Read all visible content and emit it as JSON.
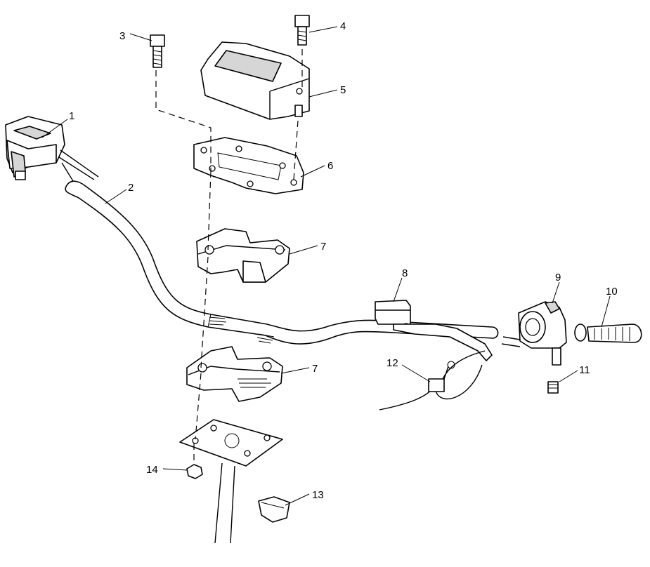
{
  "diagram": {
    "callouts": [
      {
        "id": "1",
        "label": "1"
      },
      {
        "id": "2",
        "label": "2"
      },
      {
        "id": "3",
        "label": "3"
      },
      {
        "id": "4",
        "label": "4"
      },
      {
        "id": "5",
        "label": "5"
      },
      {
        "id": "6",
        "label": "6"
      },
      {
        "id": "7a",
        "label": "7"
      },
      {
        "id": "7b",
        "label": "7"
      },
      {
        "id": "8",
        "label": "8"
      },
      {
        "id": "9",
        "label": "9"
      },
      {
        "id": "10",
        "label": "10"
      },
      {
        "id": "11",
        "label": "11"
      },
      {
        "id": "12",
        "label": "12"
      },
      {
        "id": "13",
        "label": "13"
      },
      {
        "id": "14",
        "label": "14"
      }
    ]
  }
}
